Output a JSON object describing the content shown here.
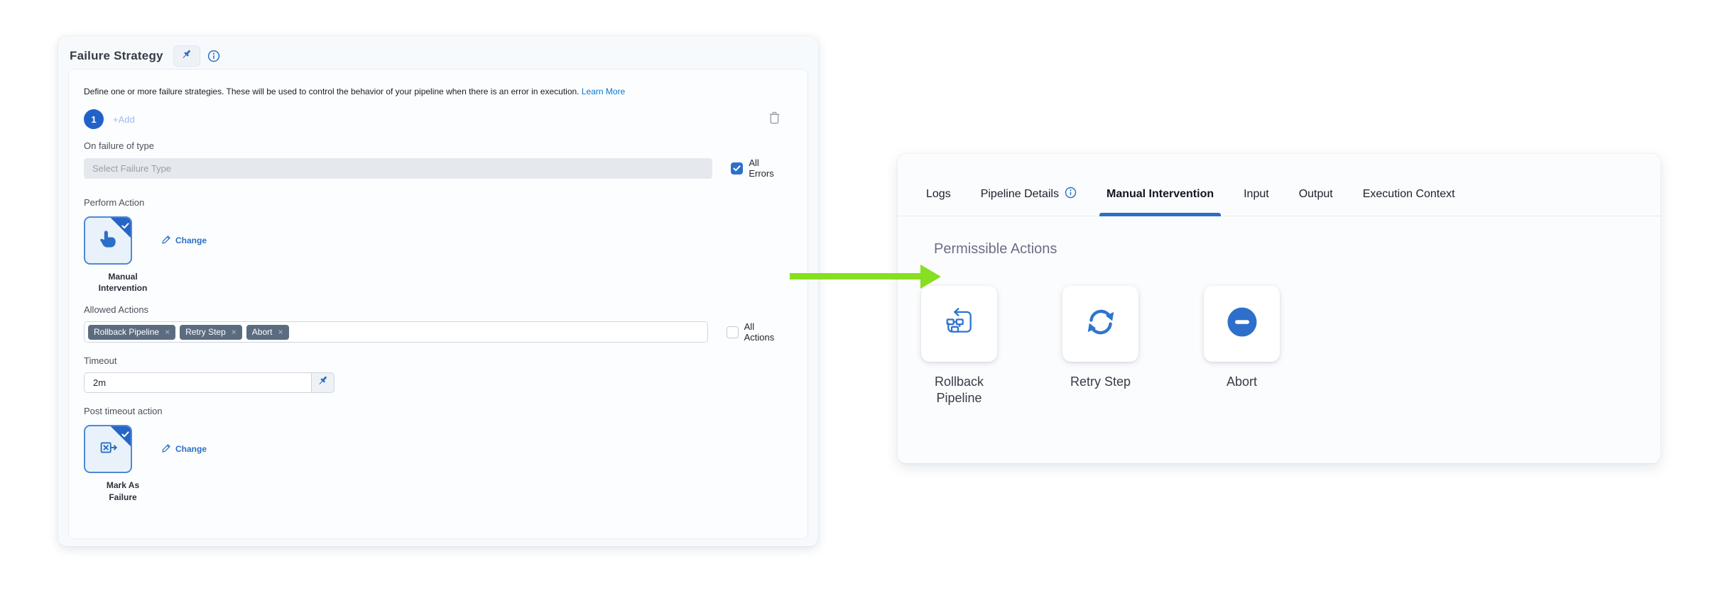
{
  "failure_strategy": {
    "title": "Failure Strategy",
    "description": "Define one or more failure strategies. These will be used to control the behavior of your pipeline when there is an error in execution.",
    "learn_more_label": "Learn More",
    "strategy_number": "1",
    "add_label": "+Add",
    "on_failure_label": "On failure of type",
    "failure_type_placeholder": "Select Failure Type",
    "all_errors_label": "All Errors",
    "all_errors_checked": true,
    "perform_action_label": "Perform Action",
    "perform_action_value": "Manual Intervention",
    "change_label": "Change",
    "allowed_actions_label": "Allowed Actions",
    "tags": [
      {
        "label": "Rollback Pipeline"
      },
      {
        "label": "Retry Step"
      },
      {
        "label": "Abort"
      }
    ],
    "tag_remove_glyph": "×",
    "all_actions_label": "All Actions",
    "all_actions_checked": false,
    "timeout_label": "Timeout",
    "timeout_value": "2m",
    "post_timeout_label": "Post timeout action",
    "post_timeout_value": "Mark As Failure"
  },
  "details_panel": {
    "tabs": [
      {
        "label": "Logs",
        "active": false
      },
      {
        "label": "Pipeline Details",
        "active": false,
        "has_info_icon": true
      },
      {
        "label": "Manual Intervention",
        "active": true
      },
      {
        "label": "Input",
        "active": false
      },
      {
        "label": "Output",
        "active": false
      },
      {
        "label": "Execution Context",
        "active": false
      }
    ],
    "section_title": "Permissible Actions",
    "actions": [
      {
        "label": "Rollback Pipeline",
        "icon": "rollback-pipeline-icon"
      },
      {
        "label": "Retry Step",
        "icon": "retry-step-icon"
      },
      {
        "label": "Abort",
        "icon": "abort-icon"
      }
    ]
  },
  "colors": {
    "accent_blue": "#2b6fc7",
    "arrow_green": "#86df20",
    "tag_background": "#5c6c80",
    "active_tab_underline": "#2b6fc7",
    "checkbox_checked": "#2b71c8"
  }
}
